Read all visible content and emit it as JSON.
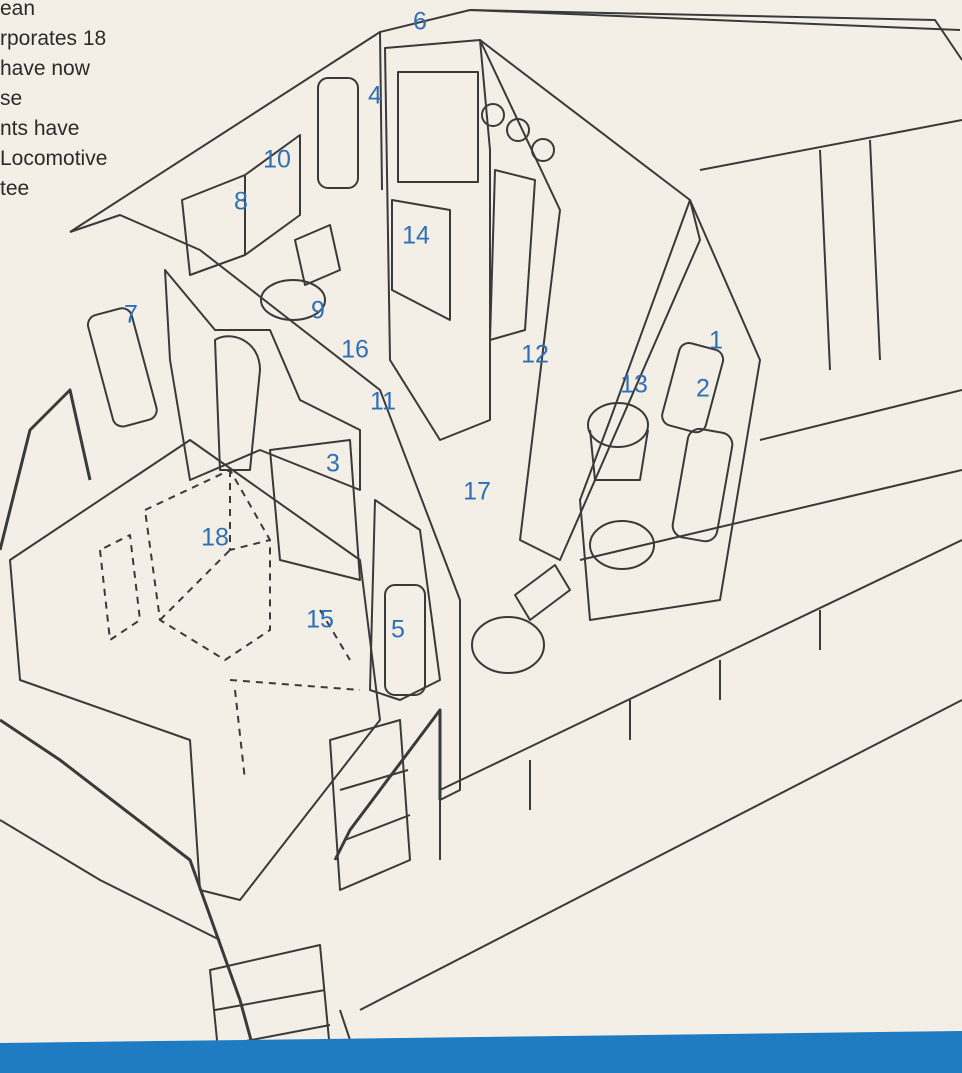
{
  "caption_fragment": {
    "lines": [
      "ean",
      "rporates 18",
      "have now",
      "se",
      "nts have",
      "Locomotive",
      "tee"
    ]
  },
  "callouts": [
    "1",
    "2",
    "3",
    "4",
    "5",
    "6",
    "7",
    "8",
    "9",
    "10",
    "11",
    "12",
    "13",
    "14",
    "15",
    "16",
    "17",
    "18"
  ],
  "colors": {
    "paper": "#f3efe6",
    "line": "#3a3a3a",
    "callout": "#2f6fb6",
    "band": "#1f7cc3"
  }
}
